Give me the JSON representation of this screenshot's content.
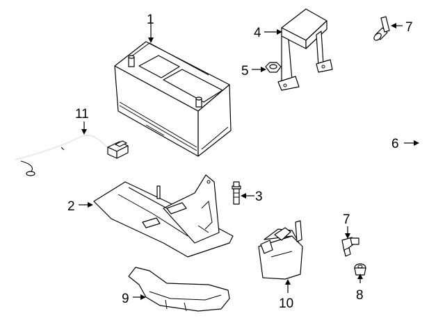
{
  "callouts": {
    "c1": "1",
    "c2": "2",
    "c3": "3",
    "c4": "4",
    "c5": "5",
    "c6": "6",
    "c7a": "7",
    "c7b": "7",
    "c8": "8",
    "c9": "9",
    "c10": "10",
    "c11": "11"
  },
  "colors": {
    "line": "#000000",
    "background": "#ffffff"
  }
}
